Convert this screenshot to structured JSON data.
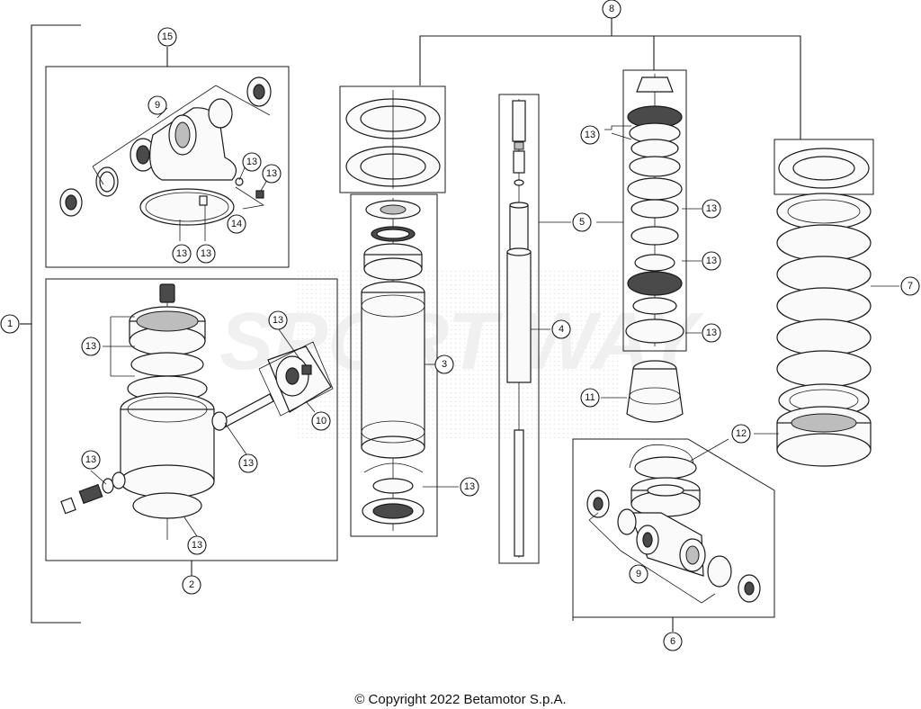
{
  "callouts": {
    "c1": "1",
    "c2": "2",
    "c3": "3",
    "c4": "4",
    "c5": "5",
    "c6": "6",
    "c7": "7",
    "c8": "8",
    "c9a": "9",
    "c9b": "9",
    "c10": "10",
    "c11": "11",
    "c12": "12",
    "c13": "13",
    "c14": "14",
    "c15": "15"
  },
  "watermark": "SPORT WAY",
  "copyright": "© Copyright 2022 Betamotor S.p.A."
}
